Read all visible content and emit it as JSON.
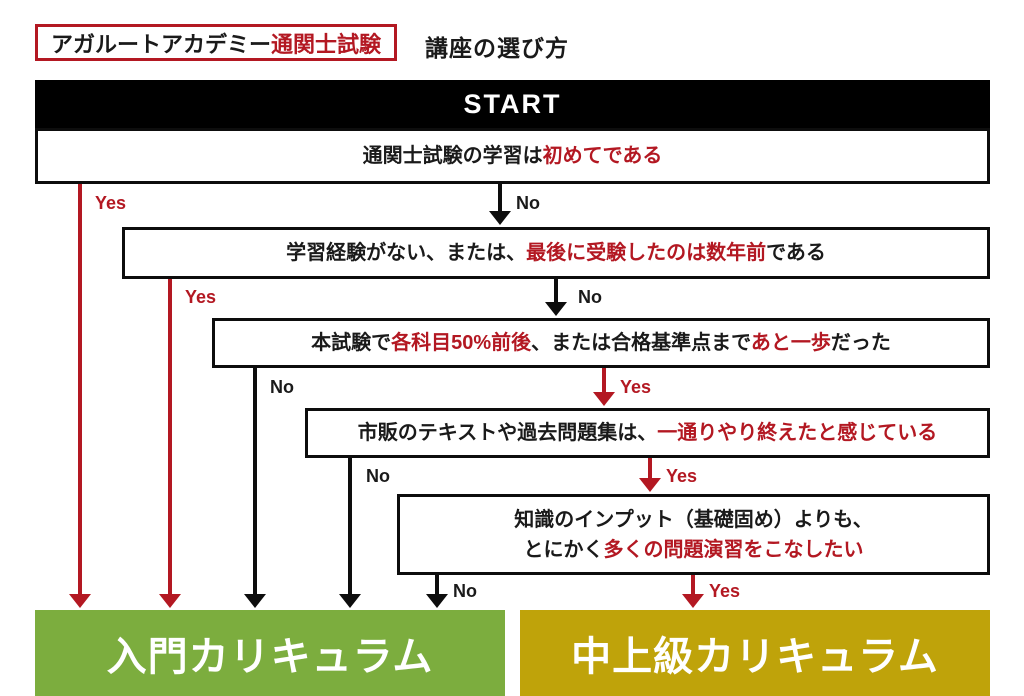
{
  "header": {
    "badge_segments": [
      {
        "text": "アガルートアカデミー",
        "color": "#1a1a1a"
      },
      {
        "text": "通関士試験",
        "color": "#b31822"
      }
    ],
    "title": "講座の選び方"
  },
  "flow": {
    "start_label": "START",
    "labels": {
      "yes": "Yes",
      "no": "No"
    },
    "questions": [
      {
        "lines": [
          [
            {
              "text": "通関士試験の学習は",
              "color": "#1a1a1a"
            },
            {
              "text": "初めてである",
              "color": "#b31822"
            }
          ]
        ]
      },
      {
        "lines": [
          [
            {
              "text": "学習経験がない、または、",
              "color": "#1a1a1a"
            },
            {
              "text": "最後に受験したのは数年前",
              "color": "#b31822"
            },
            {
              "text": "である",
              "color": "#1a1a1a"
            }
          ]
        ]
      },
      {
        "lines": [
          [
            {
              "text": "本試験で",
              "color": "#1a1a1a"
            },
            {
              "text": "各科目50%前後",
              "color": "#b31822"
            },
            {
              "text": "、または合格基準点まで",
              "color": "#1a1a1a"
            },
            {
              "text": "あと一歩",
              "color": "#b31822"
            },
            {
              "text": "だった",
              "color": "#1a1a1a"
            }
          ]
        ]
      },
      {
        "lines": [
          [
            {
              "text": "市販のテキストや過去問題集は、",
              "color": "#1a1a1a"
            },
            {
              "text": "一通りやり終えたと感じている",
              "color": "#b31822"
            }
          ]
        ]
      },
      {
        "lines": [
          [
            {
              "text": "知識のインプット（基礎固め）よりも、",
              "color": "#1a1a1a"
            }
          ],
          [
            {
              "text": "とにかく",
              "color": "#1a1a1a"
            },
            {
              "text": "多くの問題演習をこなしたい",
              "color": "#b31822"
            }
          ]
        ]
      }
    ],
    "results": [
      {
        "label": "入門カリキュラム",
        "color": "#7cad3e"
      },
      {
        "label": "中上級カリキュラム",
        "color": "#bfa30a"
      }
    ]
  },
  "colors": {
    "accent_red": "#b31822",
    "text_black": "#1a1a1a",
    "result_green": "#7cad3e",
    "result_gold": "#bfa30a"
  }
}
